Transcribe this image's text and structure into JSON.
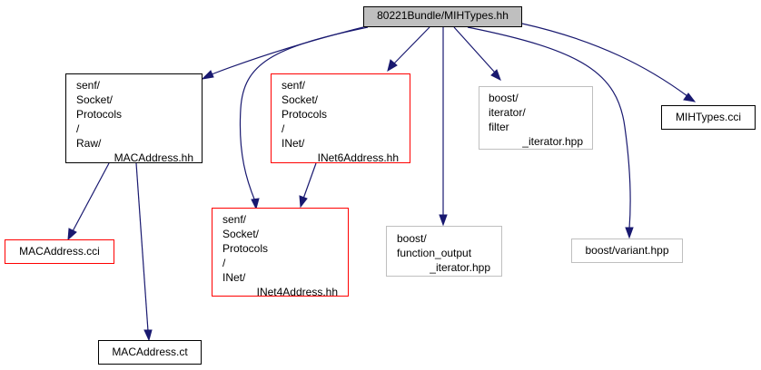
{
  "colors": {
    "edge": "#191970",
    "root_fill": "#bfbfbf",
    "red_border": "#ff0000",
    "gray_border": "#bfbfbf"
  },
  "nodes": {
    "root": {
      "lines": [
        "80221Bundle/MIHTypes.hh"
      ]
    },
    "macaddress_hh": {
      "lines": [
        "senf/",
        "Socket/",
        "Protocols",
        "/",
        "Raw/",
        "MACAddress.hh"
      ]
    },
    "inet6address_hh": {
      "lines": [
        "senf/",
        "Socket/",
        "Protocols",
        "/",
        "INet/",
        "INet6Address.hh"
      ]
    },
    "filter_iterator": {
      "lines": [
        "boost/",
        "iterator/",
        "filter",
        "_iterator.hpp"
      ]
    },
    "mihtypes_cci": {
      "lines": [
        "MIHTypes.cci"
      ]
    },
    "macaddress_cci": {
      "lines": [
        "MACAddress.cci"
      ]
    },
    "inet4address_hh": {
      "lines": [
        "senf/",
        "Socket/",
        "Protocols",
        "/",
        "INet/",
        "INet4Address.hh"
      ]
    },
    "function_output_iterator": {
      "lines": [
        "boost/",
        "function_output",
        "_iterator.hpp"
      ]
    },
    "variant_hpp": {
      "lines": [
        "boost/variant.hpp"
      ]
    },
    "macaddress_ct": {
      "lines": [
        "MACAddress.ct"
      ]
    }
  }
}
